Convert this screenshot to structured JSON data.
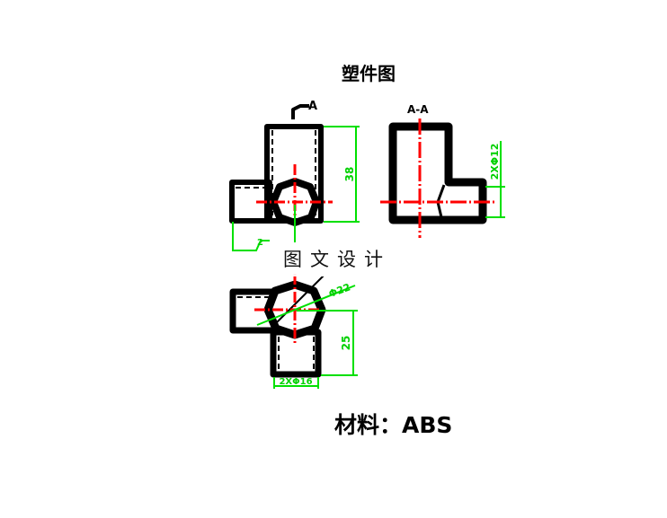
{
  "title": "塑件图",
  "section_marker": "A",
  "section_view_label": "A-A",
  "dimensions": {
    "height_front": "38",
    "side_hole": "2XΦ12",
    "hub_diameter": "Φ22",
    "height_bottom": "25",
    "bottom_hole": "2XΦ16",
    "small_offset": "2"
  },
  "watermark": "图文设计",
  "material": "材料：ABS",
  "colors": {
    "outline": "#000000",
    "dimension": "#00ee00",
    "centerline": "#ff0000"
  }
}
